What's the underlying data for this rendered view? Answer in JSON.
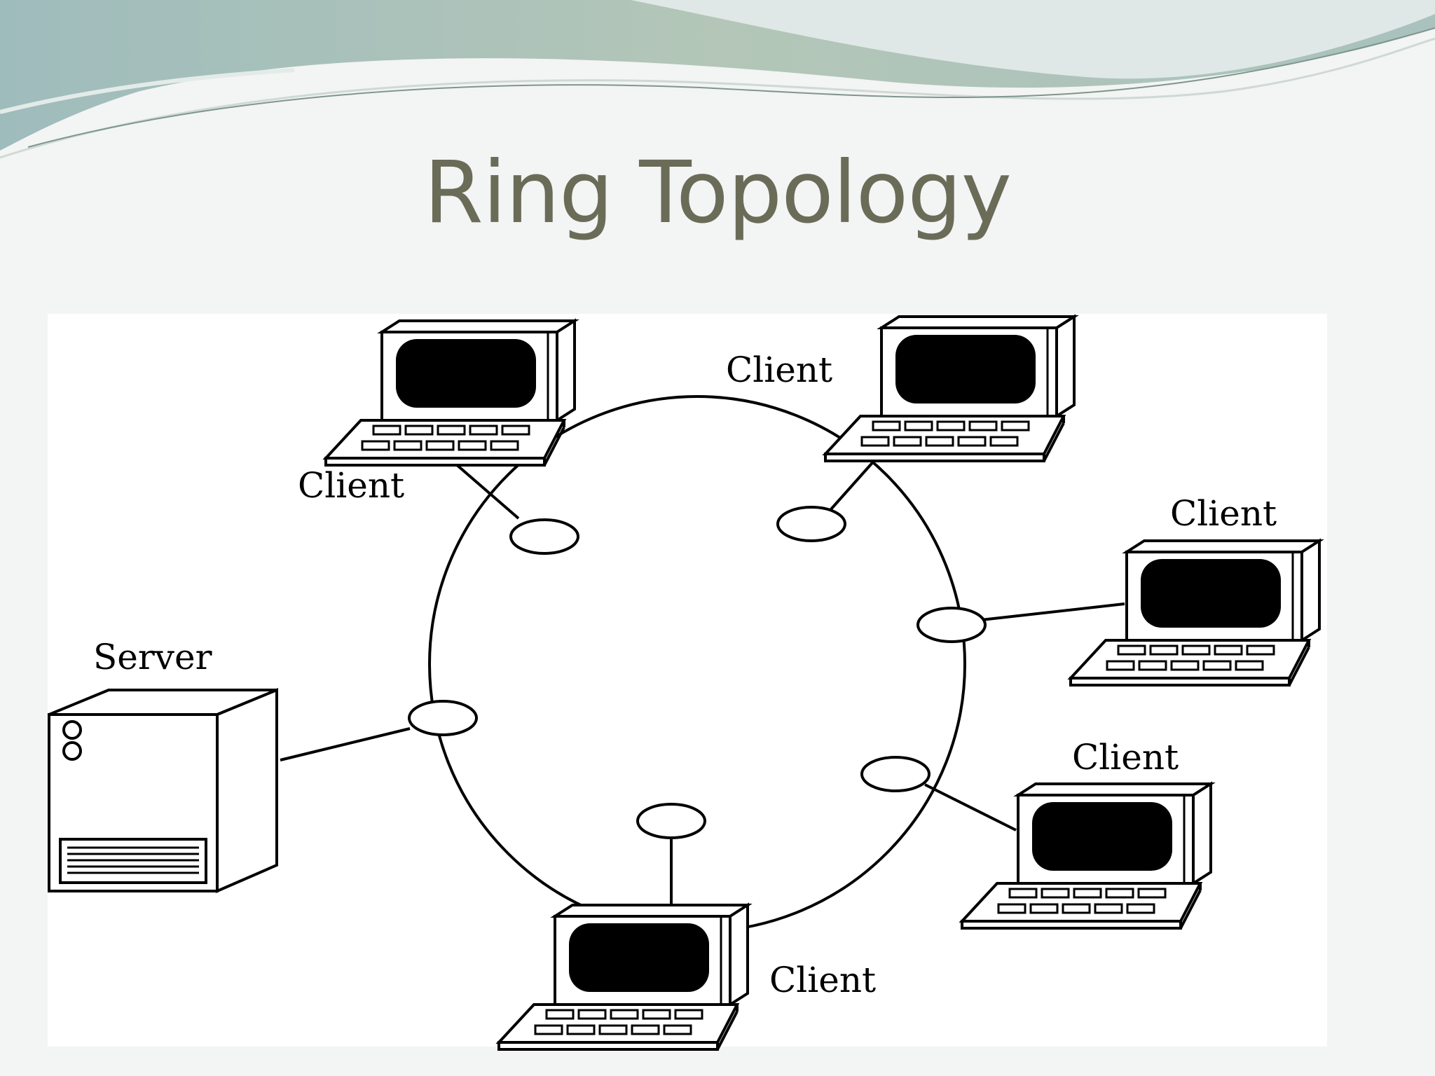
{
  "slide": {
    "title": "Ring Topology",
    "colors": {
      "background": "#f3f4f4",
      "title": "#6a6c58",
      "wave_dark": "#aebfb4",
      "wave_light": "#dde6e3"
    }
  },
  "diagram": {
    "server_label": "Server",
    "client_labels": [
      "Client",
      "Client",
      "Client",
      "Client",
      "Client"
    ]
  }
}
